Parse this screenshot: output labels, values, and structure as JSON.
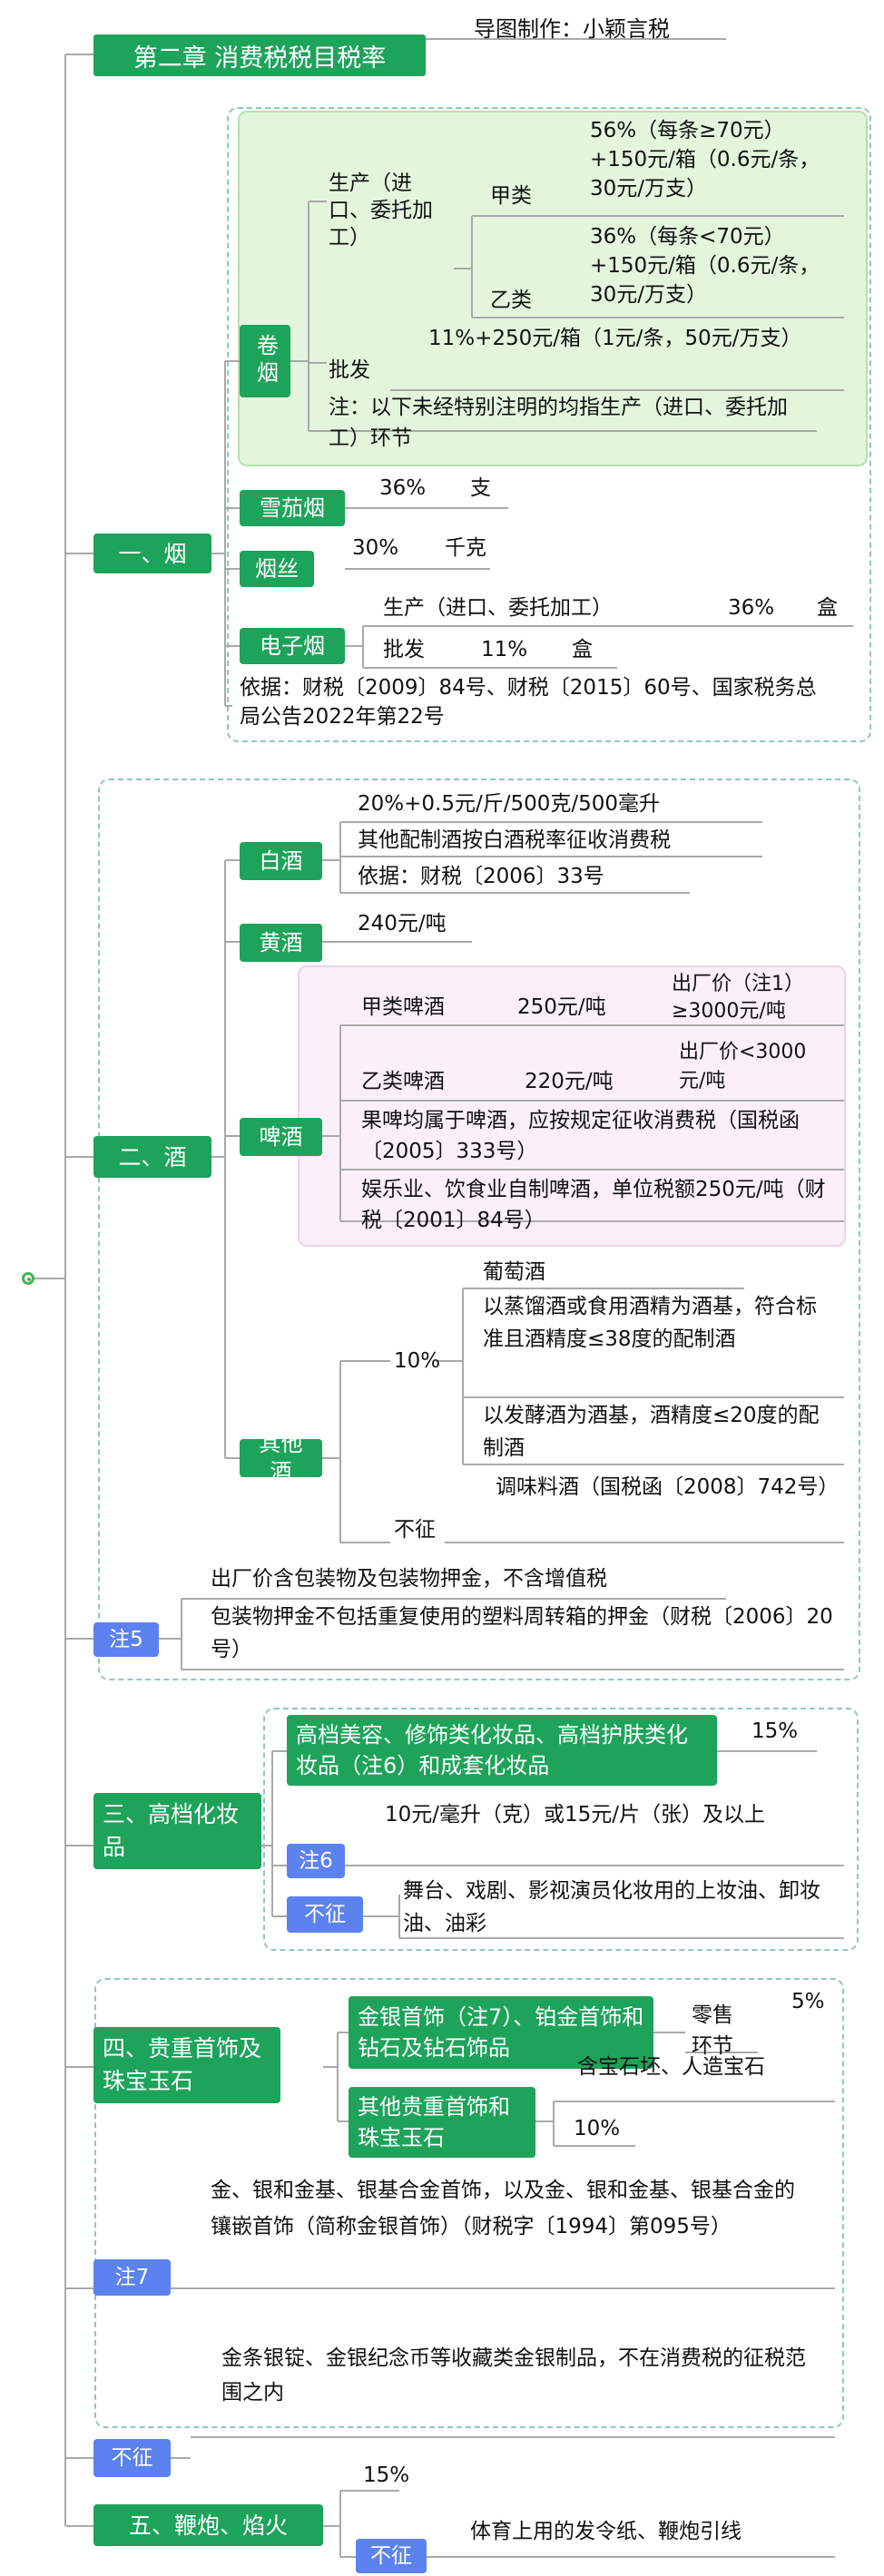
{
  "title": "第二章 消费税税目税率",
  "author": "导图制作：小颖言税",
  "tobacco": {
    "label": "一、烟",
    "cigarette": "卷烟",
    "production": "生产（进口、委托加工）",
    "class_a": "甲类",
    "class_a_rate": "56%（每条≥70元）+150元/箱（0.6元/条，30元/万支）",
    "class_b": "乙类",
    "class_b_rate": "36%（每条<70元）+150元/箱（0.6元/条，30元/万支）",
    "wholesale": "批发",
    "wholesale_rate": "11%+250元/箱（1元/条，50元/万支）",
    "note": "注：以下未经特别注明的均指生产（进口、委托加工）环节",
    "cigar": "雪茄烟",
    "cigar_rate": "36%",
    "cigar_unit": "支",
    "cut": "烟丝",
    "cut_rate": "30%",
    "cut_unit": "千克",
    "ecig": "电子烟",
    "ecig_prod": "生产（进口、委托加工）",
    "ecig_prod_rate": "36%",
    "ecig_prod_unit": "盒",
    "ecig_whole": "批发",
    "ecig_whole_rate": "11%",
    "ecig_whole_unit": "盒",
    "basis": "依据：财税〔2009〕84号、财税〔2015〕60号、国家税务总局公告2022年第22号"
  },
  "liquor": {
    "label": "二、酒",
    "baijiu": "白酒",
    "baijiu_rate": "20%+0.5元/斤/500克/500毫升",
    "baijiu_other": "其他配制酒按白酒税率征收消费税",
    "baijiu_basis": "依据：财税〔2006〕33号",
    "huangjiu": "黄酒",
    "huangjiu_rate": "240元/吨",
    "beer": "啤酒",
    "beer_a": "甲类啤酒",
    "beer_a_rate": "250元/吨",
    "beer_a_cond": "出厂价（注1）≥3000元/吨",
    "beer_b": "乙类啤酒",
    "beer_b_rate": "220元/吨",
    "beer_b_cond": "出厂价<3000元/吨",
    "beer_fruit": "果啤均属于啤酒，应按规定征收消费税（国税函〔2005〕333号）",
    "beer_self": "娱乐业、饮食业自制啤酒，单位税额250元/吨（财税〔2001〕84号）",
    "other": "其他酒",
    "other_rate": "10%",
    "other_grape": "葡萄酒",
    "other_distilled": "以蒸馏酒或食用酒精为酒基，符合标准且酒精度≤38度的配制酒",
    "other_ferment": "以发酵酒为酒基，酒精度≤20度的配制酒",
    "not_taxed": "不征",
    "cooking": "调味料酒（国税函〔2008〕742号）",
    "note5": "注5",
    "note5_a": "出厂价含包装物及包装物押金，不含增值税",
    "note5_b": "包装物押金不包括重复使用的塑料周转箱的押金（财税〔2006〕20号）"
  },
  "cosmetics": {
    "label": "三、高档化妆品",
    "item": "高档美容、修饰类化妆品、高档护肤类化妆品（注6）和成套化妆品",
    "rate": "15%",
    "note6": "注6",
    "note6_text": "10元/毫升（克）或15元/片（张）及以上",
    "not_taxed": "不征",
    "exempt": "舞台、戏剧、影视演员化妆用的上妆油、卸妆油、油彩"
  },
  "jewelry": {
    "label": "四、贵重首饰及珠宝玉石",
    "gold": "金银首饰（注7）、铂金首饰和钻石及钻石饰品",
    "gold_stage": "零售环节",
    "gold_rate": "5%",
    "other": "其他贵重首饰和珠宝玉石",
    "other_incl": "含宝石坯、人造宝石",
    "other_rate": "10%",
    "note7": "注7",
    "note7_text": "金、银和金基、银基合金首饰，以及金、银和金基、银基合金的镶嵌首饰（简称金银首饰）（财税字〔1994〕第095号）",
    "not_taxed": "不征",
    "exempt": "金条银锭、金银纪念币等收藏类金银制品，不在消费税的征税范围之内"
  },
  "fireworks": {
    "label": "五、鞭炮、焰火",
    "rate": "15%",
    "not_taxed": "不征",
    "exempt": "体育上用的发令纸、鞭炮引线"
  }
}
